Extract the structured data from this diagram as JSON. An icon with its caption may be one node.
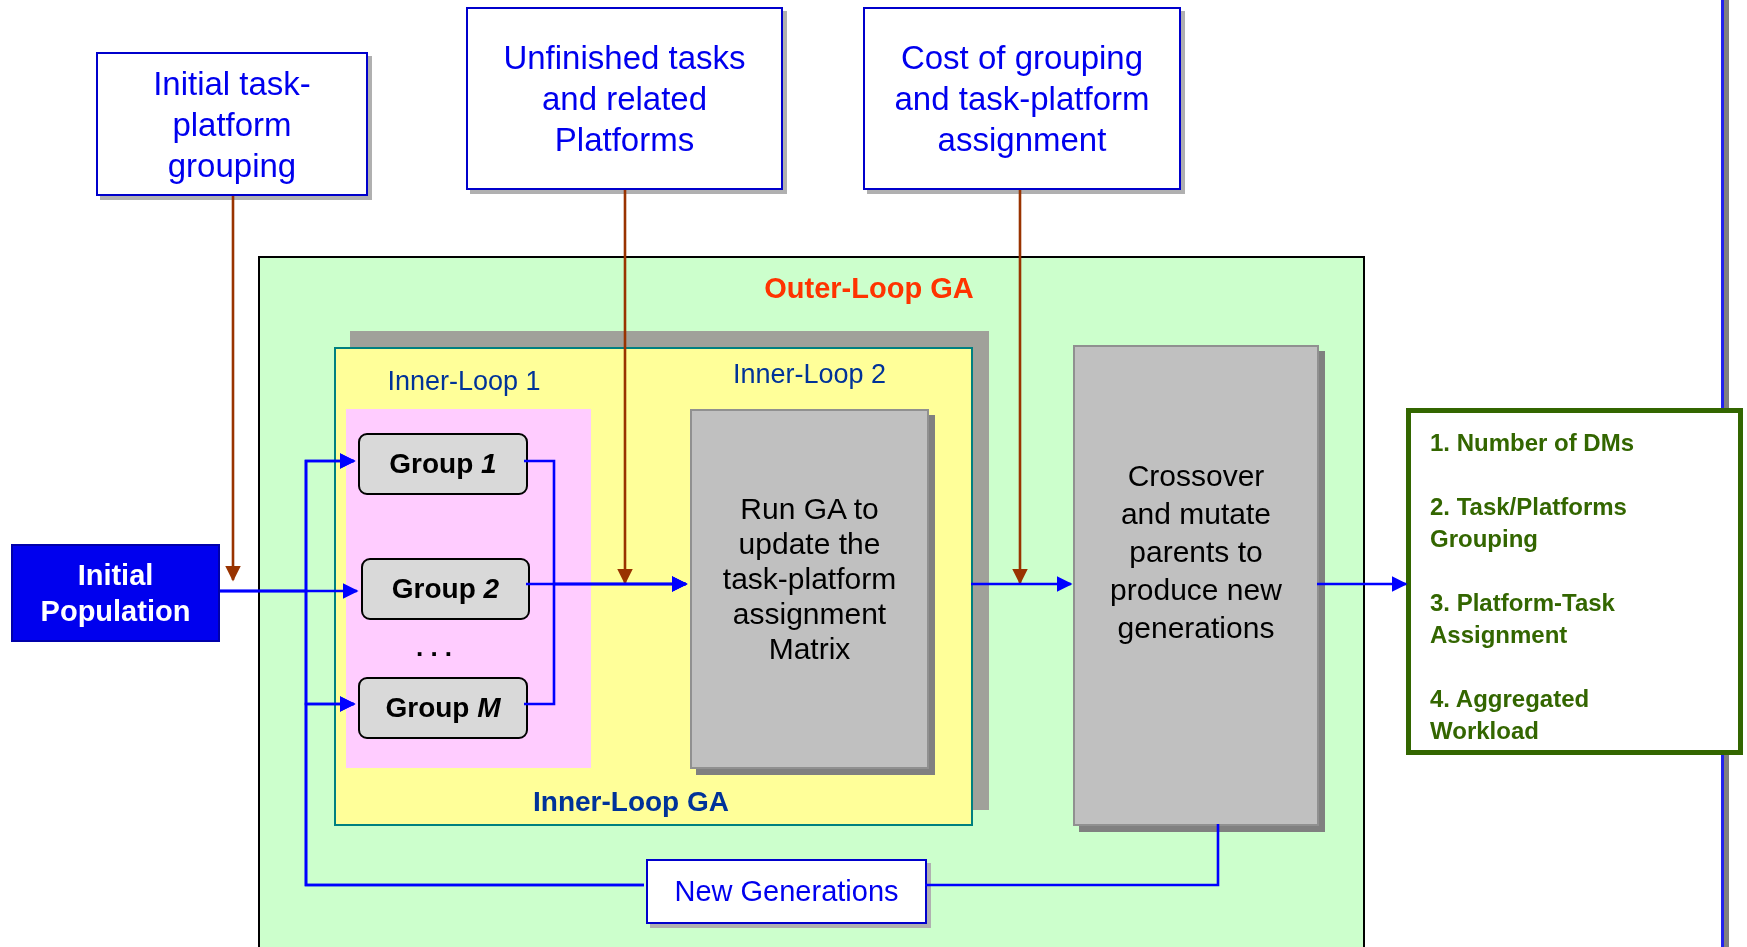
{
  "diagram": {
    "nodes": [
      {
        "text": [
          "Initial task-platform grouping"
        ]
      },
      {
        "text": [
          "Unfinished tasks and related Platforms"
        ]
      },
      {
        "text": [
          "Cost of grouping and task-platform assignment"
        ]
      },
      {
        "text": [
          "Initial Population"
        ]
      },
      {
        "text": [
          "Outer-Loop GA"
        ]
      },
      {
        "text": [
          "Inner-Loop GA"
        ],
        "in": 4
      },
      {
        "text": [
          "Inner-Loop 1"
        ],
        "in": 5
      },
      {
        "text": [
          "Group *1*"
        ],
        "in": 6
      },
      {
        "text": [
          "Group *2*"
        ],
        "in": 6
      },
      {
        "text": [
          "Group *M*"
        ],
        "in": 6
      },
      {
        "text": [
          "Inner-Loop 2",
          "Run GA to update the task-platform assignment Matrix"
        ],
        "in": 5
      },
      {
        "text": [
          "Crossover and mutate parents to produce new generations"
        ],
        "in": 4
      },
      {
        "text": [
          "New Generations"
        ],
        "in": 4
      },
      {
        "text": [
          "1. Number of DMs",
          "2. Task/Platforms Grouping",
          "3. Platform-Task Assignment",
          "4. Aggregated Workload"
        ]
      }
    ],
    "edges": [
      {
        "from": 0,
        "to": 3,
        "arrow": "to",
        "color": "#993300"
      },
      {
        "from": 1,
        "to": 6,
        "arrow": "to",
        "color": "#993300"
      },
      {
        "from": 2,
        "to": null,
        "arrow": "to",
        "color": "#993300"
      },
      {
        "from": 3,
        "to": 8,
        "arrow": "to"
      },
      {
        "from": 3,
        "to": 7,
        "arrow": "to"
      },
      {
        "from": 3,
        "to": 9,
        "arrow": "to"
      },
      {
        "from": 12,
        "to": 7,
        "arrow": "to"
      },
      {
        "from": 12,
        "to": 9,
        "arrow": "to"
      },
      {
        "from": 7,
        "to": 10,
        "arrow": "to"
      },
      {
        "from": 8,
        "to": 10,
        "arrow": "to"
      },
      {
        "from": 9,
        "to": 10,
        "arrow": "to"
      },
      {
        "from": 5,
        "to": 11,
        "arrow": "to"
      },
      {
        "from": 11,
        "to": 13,
        "arrow": "to"
      },
      {
        "from": 11,
        "to": 12,
        "arrow": "none"
      }
    ],
    "labels": [
      ". . ."
    ]
  }
}
